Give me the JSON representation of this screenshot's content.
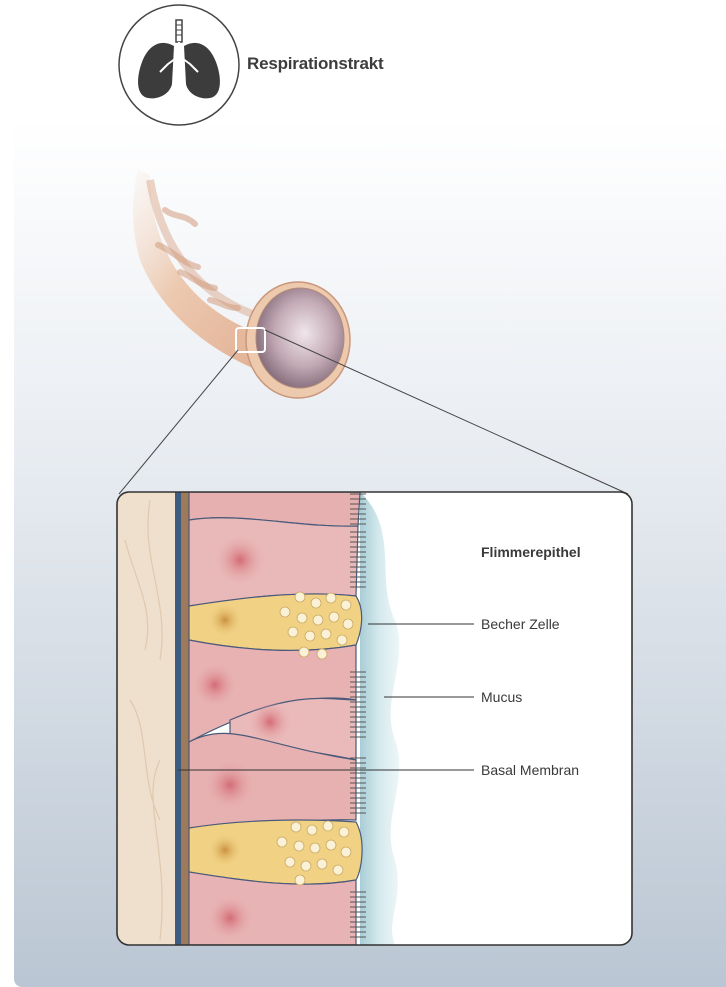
{
  "header": {
    "title": "Respirationstrakt",
    "icon": "lungs-icon"
  },
  "detail": {
    "heading": "Flimmerepithel",
    "labels": {
      "goblet_cell": "Becher Zelle",
      "mucus": "Mucus",
      "basal_membrane": "Basal Membran"
    }
  },
  "colors": {
    "airway": "#e8c3a8",
    "lumen": "#a58a98",
    "mucus": "#c6e0e6",
    "cell": "#e7b3b4",
    "goblet": "#f1d285",
    "membrane": "#3d5c80"
  }
}
